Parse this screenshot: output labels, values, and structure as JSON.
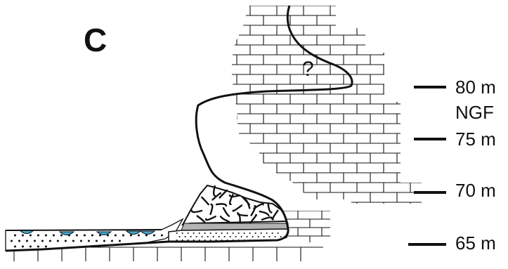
{
  "panel_label": "C",
  "cave_annotation": "?",
  "elevation_scale": [
    {
      "value_label": "80 m",
      "sub_label": "NGF"
    },
    {
      "value_label": "75 m"
    },
    {
      "value_label": "70 m"
    },
    {
      "value_label": "65 m"
    }
  ],
  "colors": {
    "ink": "#111111",
    "water": "#39a9d8",
    "gray_layer": "#b3b3b3",
    "paper": "#ffffff"
  }
}
